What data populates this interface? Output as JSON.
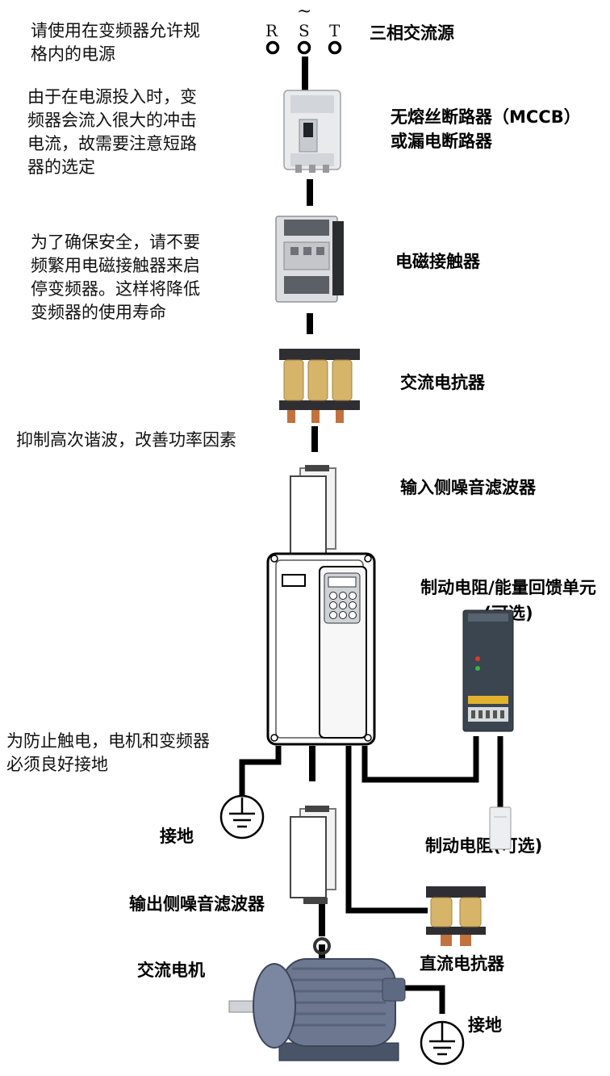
{
  "power": {
    "terminals": [
      "R",
      "S",
      "T"
    ],
    "ac_symbol": "~",
    "label": "三相交流源"
  },
  "notes": {
    "power_spec": "请使用在变频器允许规\n格内的电源",
    "breaker": "由于在电源投入时，变\n频器会流入很大的冲击\n电流，故需要注意短路\n器的选定",
    "contactor": "为了确保安全，请不要\n频繁用电磁接触器来启\n停变频器。这样将降低\n变频器的使用寿命",
    "reactor": "抑制高次谐波，改善功率因素",
    "grounding": "为防止触电，电机和变频器\n必须良好接地"
  },
  "labels": {
    "breaker": "无熔丝断路器（MCCB）\n或漏电断路器",
    "contactor": "电磁接触器",
    "ac_reactor": "交流电抗器",
    "input_filter": "输入侧噪音滤波器",
    "braking_unit": "制动电阻/能量回馈单元\n(可选)",
    "braking_resistor": "制动电阻(可选)",
    "ground_1": "接地",
    "output_filter": "输出侧噪音滤波器",
    "dc_reactor": "直流电抗器",
    "motor": "交流电机",
    "ground_2": "接地"
  },
  "colors": {
    "wire": "#000000",
    "breaker_body": "#e9eaec",
    "contactor_body": "#dcdde0",
    "reactor_core": "#2f2f33",
    "reactor_coil": "#d6b46a",
    "reactor_terminal": "#c1723e",
    "filter_body": "#f2f2f2",
    "drive_body": "#ffffff",
    "keypad": "#cfd3d8",
    "braking_unit_body": "#3a4550",
    "motor_body": "#6c7890",
    "motor_base": "#4a5468"
  }
}
